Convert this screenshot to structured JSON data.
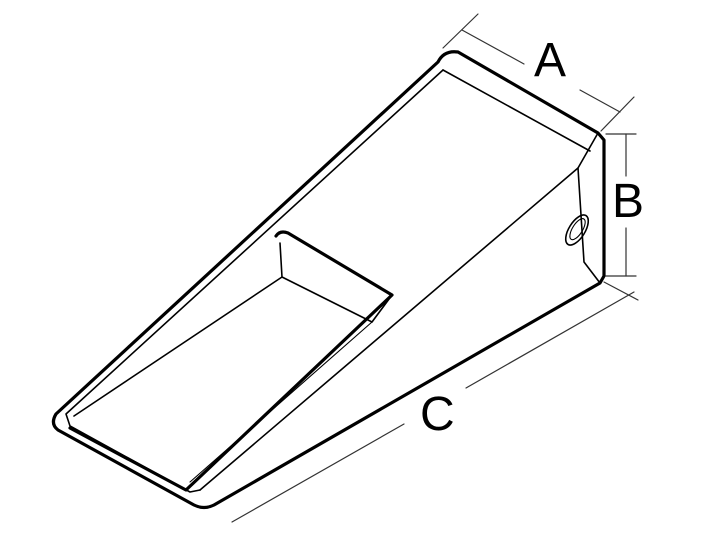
{
  "diagram": {
    "subject": "bucket tooth",
    "dimension_labels": {
      "a": "A",
      "b": "B",
      "c": "C"
    }
  }
}
